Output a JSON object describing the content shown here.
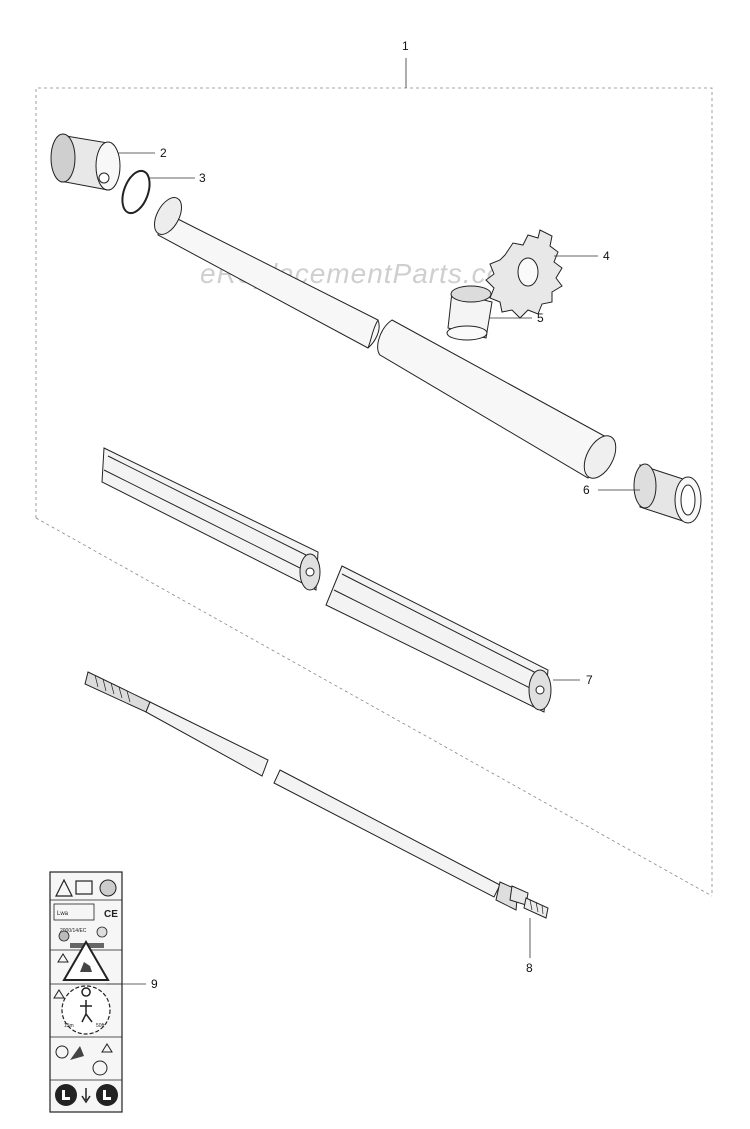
{
  "watermark": "eReplacementParts.com",
  "callouts": {
    "c1": "1",
    "c2": "2",
    "c3": "3",
    "c4": "4",
    "c5": "5",
    "c6": "6",
    "c7": "7",
    "c8": "8",
    "c9": "9"
  },
  "decal": {
    "ce_mark": "CE",
    "dir_mark": "2000/14/EC",
    "noise_mark": "Lwa",
    "distance_left": "15m",
    "distance_right": "50ft"
  }
}
